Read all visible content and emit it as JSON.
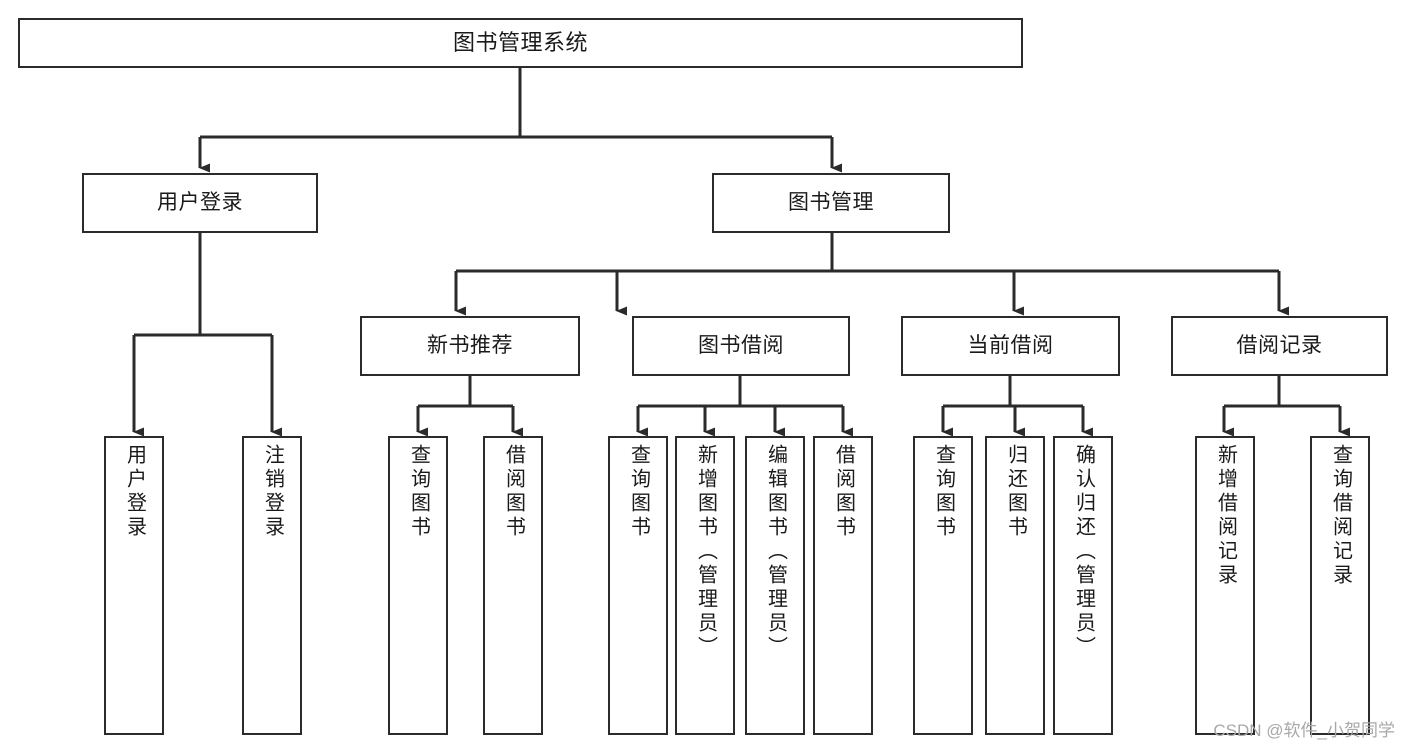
{
  "diagram": {
    "title": "图书管理系统",
    "type": "tree-hierarchy-chart",
    "watermark": "CSDN @软件_小贺同学",
    "colors": {
      "stroke": "#2b2b2b",
      "fill": "#ffffff",
      "text": "#1a1a1a",
      "watermark": "#a8a8a8"
    },
    "nodes": {
      "root": {
        "label": "图书管理系统",
        "orientation": "horizontal"
      },
      "level1": [
        {
          "label": "用户登录",
          "orientation": "horizontal"
        },
        {
          "label": "图书管理",
          "orientation": "horizontal"
        }
      ],
      "level2": [
        {
          "label": "新书推荐",
          "orientation": "horizontal"
        },
        {
          "label": "图书借阅",
          "orientation": "horizontal"
        },
        {
          "label": "当前借阅",
          "orientation": "horizontal"
        },
        {
          "label": "借阅记录",
          "orientation": "horizontal"
        }
      ],
      "leaves_user_login": [
        {
          "label": "用户登录",
          "orientation": "vertical"
        },
        {
          "label": "注销登录",
          "orientation": "vertical"
        }
      ],
      "leaves_new_book": [
        {
          "label": "查询图书",
          "orientation": "vertical"
        },
        {
          "label": "借阅图书",
          "orientation": "vertical"
        }
      ],
      "leaves_borrow": [
        {
          "label": "查询图书",
          "orientation": "vertical"
        },
        {
          "label": "新增图书（管理员）",
          "orientation": "vertical"
        },
        {
          "label": "编辑图书（管理员）",
          "orientation": "vertical"
        },
        {
          "label": "借阅图书",
          "orientation": "vertical"
        }
      ],
      "leaves_current": [
        {
          "label": "查询图书",
          "orientation": "vertical"
        },
        {
          "label": "归还图书",
          "orientation": "vertical"
        },
        {
          "label": "确认归还（管理员）",
          "orientation": "vertical"
        }
      ],
      "leaves_records": [
        {
          "label": "新增借阅记录",
          "orientation": "vertical"
        },
        {
          "label": "查询借阅记录",
          "orientation": "vertical"
        }
      ]
    }
  }
}
